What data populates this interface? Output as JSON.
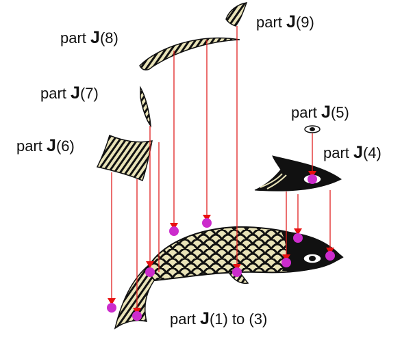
{
  "labels": {
    "j9": {
      "prefix": "part ",
      "letter": "J",
      "suffix": "(9)"
    },
    "j8": {
      "prefix": "part ",
      "letter": "J",
      "suffix": "(8)"
    },
    "j7": {
      "prefix": "part ",
      "letter": "J",
      "suffix": "(7)"
    },
    "j6": {
      "prefix": "part ",
      "letter": "J",
      "suffix": "(6)"
    },
    "j5": {
      "prefix": "part ",
      "letter": "J",
      "suffix": "(5)"
    },
    "j4": {
      "prefix": "part ",
      "letter": "J",
      "suffix": "(4)"
    },
    "j1_3": {
      "prefix": "part ",
      "letter": "J",
      "suffix": "(1) to (3)"
    }
  },
  "colors": {
    "leader_line": "#e02020",
    "arrowhead": "#e81010",
    "attachment_dot": "#cc2ccc",
    "fish_body": "#e9e3b8",
    "fish_ink": "#111111"
  }
}
